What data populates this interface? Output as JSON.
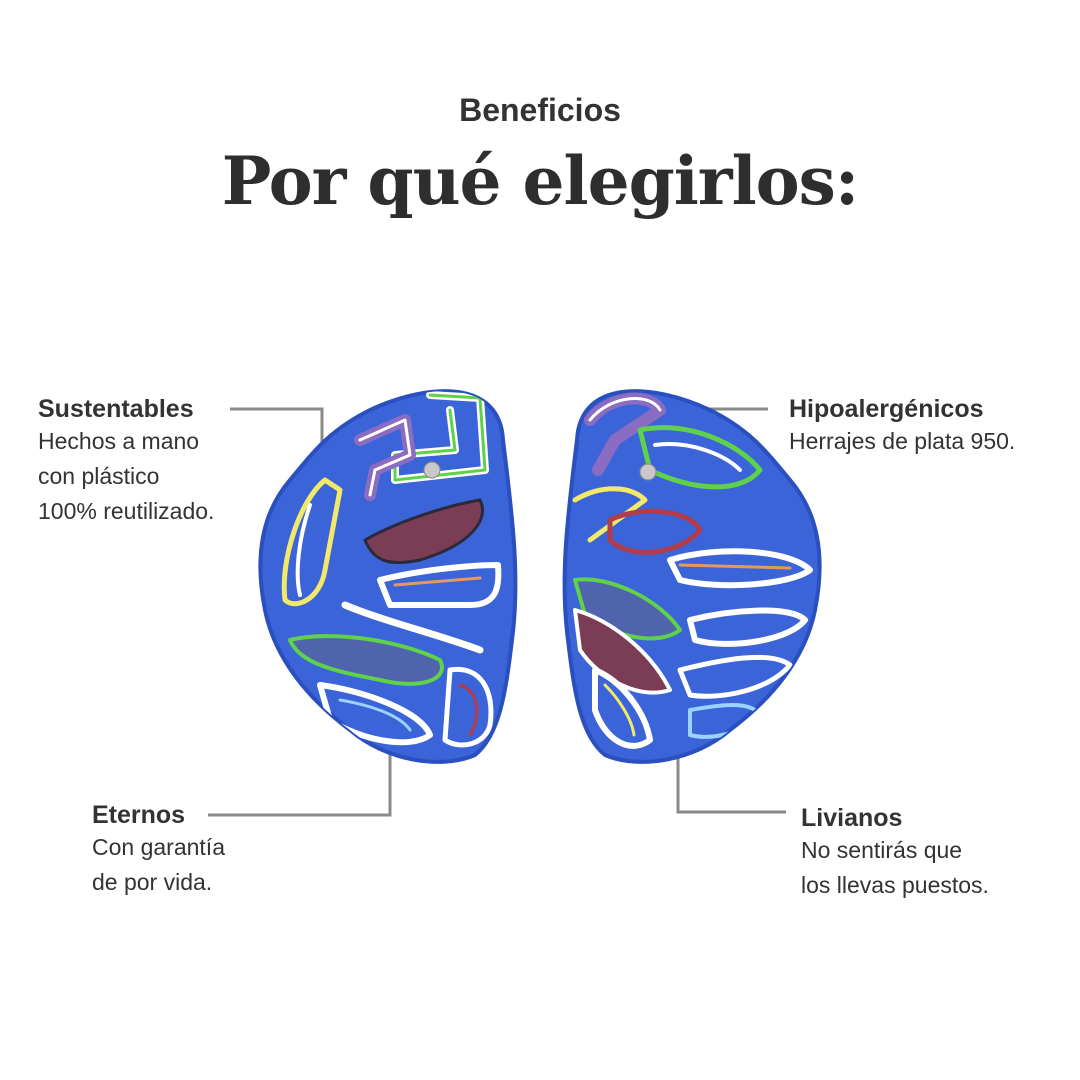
{
  "header": {
    "eyebrow": "Beneficios",
    "title": "Por qué elegirlos:"
  },
  "benefits": {
    "sustentables": {
      "title": "Sustentables",
      "description": "Hechos a mano\ncon plástico\n100% reutilizado."
    },
    "hipoalergenicos": {
      "title": "Hipoalergénicos",
      "description": "Herrajes de plata 950."
    },
    "eternos": {
      "title": "Eternos",
      "description": "Con garantía\nde por vida."
    },
    "livianos": {
      "title": "Livianos",
      "description": "No sentirás que\nlos llevas puestos."
    }
  },
  "colors": {
    "text": "#333333",
    "connector": "#888888",
    "earring_base": "#3a64d8",
    "stripe_green": "#5fd14a",
    "stripe_purple": "#8a6cc2",
    "stripe_yellow": "#f2e96a",
    "stripe_maroon": "#7b3d55"
  }
}
